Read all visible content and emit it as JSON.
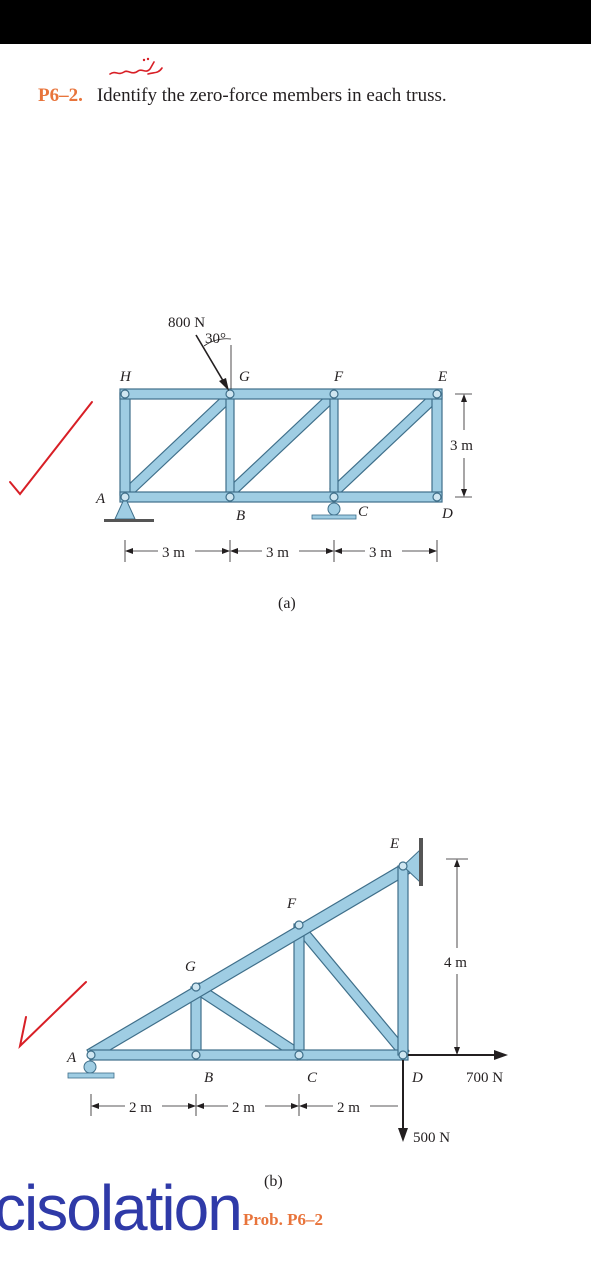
{
  "header": {
    "problem_number": "P6–2.",
    "problem_text": "Identify the zero-force members in each truss."
  },
  "annotations": {
    "handwritten_mark": "حلّ"
  },
  "figure_a": {
    "load": "800 N",
    "angle": "30°",
    "joints": {
      "H": "H",
      "G": "G",
      "F": "F",
      "E": "E",
      "A": "A",
      "B": "B",
      "C": "C",
      "D": "D"
    },
    "dim_height": "3 m",
    "dim_spans": [
      "3 m",
      "3 m",
      "3 m"
    ],
    "caption": "(a)"
  },
  "figure_b": {
    "joints": {
      "E": "E",
      "F": "F",
      "G": "G",
      "A": "A",
      "B": "B",
      "C": "C",
      "D": "D"
    },
    "dim_height": "4 m",
    "dim_spans": [
      "2 m",
      "2 m",
      "2 m"
    ],
    "load_horizontal": "700 N",
    "load_vertical": "500 N",
    "caption": "(b)"
  },
  "footer": {
    "watermark": "cisolation",
    "problem_label": "Prob. P6–2"
  },
  "colors": {
    "member_fill": "#9fcde3",
    "member_stroke": "#3f6f8a",
    "problem_number": "#e8743b",
    "check_mark": "#d81f26",
    "watermark": "#2f3aa8"
  }
}
